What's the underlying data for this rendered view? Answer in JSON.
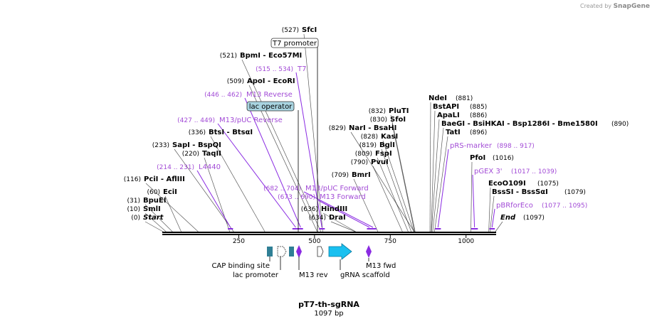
{
  "watermark": {
    "prefix": "Created by",
    "brand": "SnapGene"
  },
  "map": {
    "name": "pT7-th-sgRNA",
    "length_label": "1097 bp",
    "ticks": [
      {
        "pos": 250,
        "label": "250"
      },
      {
        "pos": 500,
        "label": "500"
      },
      {
        "pos": 750,
        "label": "750"
      },
      {
        "pos": 1000,
        "label": "1000"
      }
    ]
  },
  "sites": [
    {
      "pos": 0,
      "label": "(0)",
      "name": "Start",
      "italic": true
    },
    {
      "pos": 10,
      "label": "(10)",
      "name": "SmlI"
    },
    {
      "pos": 31,
      "label": "(31)",
      "name": "BpuEI"
    },
    {
      "pos": 60,
      "label": "(60)",
      "name": "EciI"
    },
    {
      "pos": 116,
      "label": "(116)",
      "name": "PciI   - AflIII"
    },
    {
      "pos": 220,
      "label": "(220)",
      "name": "TaqII"
    },
    {
      "pos": 233,
      "label": "(233)",
      "name": "SapI   - BspQI"
    },
    {
      "pos": 336,
      "label": "(336)",
      "name": "BtsI   - BtsαI"
    },
    {
      "pos": 509,
      "label": "(509)",
      "name": "ApoI   - EcoRI"
    },
    {
      "pos": 521,
      "label": "(521)",
      "name": "BpmI   - Eco57MI"
    },
    {
      "pos": 527,
      "label": "(527)",
      "name": "SfcI"
    },
    {
      "pos": 634,
      "label": "(634)",
      "name": "DraI"
    },
    {
      "pos": 636,
      "label": "(636)",
      "name": "HindIII"
    },
    {
      "pos": 709,
      "label": "(709)",
      "name": "BmrI"
    },
    {
      "pos": 790,
      "label": "(790)",
      "name": "PvuI"
    },
    {
      "pos": 809,
      "label": "(809)",
      "name": "FspI"
    },
    {
      "pos": 819,
      "label": "(819)",
      "name": "BglI"
    },
    {
      "pos": 828,
      "label": "(828)",
      "name": "KasI"
    },
    {
      "pos": 829,
      "label": "(829)",
      "name": "NarI   - BsaHI"
    },
    {
      "pos": 830,
      "label": "(830)",
      "name": "SfoI"
    },
    {
      "pos": 832,
      "label": "(832)",
      "name": "PluTI"
    },
    {
      "pos": 881,
      "label": "(881)",
      "name": "NdeI"
    },
    {
      "pos": 885,
      "label": "(885)",
      "name": "BstAPI"
    },
    {
      "pos": 886,
      "label": "(886)",
      "name": "ApaLI"
    },
    {
      "pos": 890,
      "label": "(890)",
      "name": "BaeGI   - BsiHKAI   - Bsp1286I   - Bme1580I"
    },
    {
      "pos": 896,
      "label": "(896)",
      "name": "TatI"
    },
    {
      "pos": 1016,
      "label": "(1016)",
      "name": "PfoI"
    },
    {
      "pos": 1075,
      "label": "(1075)",
      "name": "EcoO109I"
    },
    {
      "pos": 1079,
      "label": "(1079)",
      "name": "BssSI   - BssSαI"
    },
    {
      "pos": 1097,
      "label": "(1097)",
      "name": "End",
      "italic": true
    }
  ],
  "primers": [
    {
      "name": "L4440",
      "range": "(214 .. 231)"
    },
    {
      "name": "M13/pUC Reverse",
      "range": "(427 .. 449)"
    },
    {
      "name": "M13 Reverse",
      "range": "(446 .. 462)"
    },
    {
      "name": "T7",
      "range": "(515 .. 534)"
    },
    {
      "name": "M13/pUC Forward",
      "range": "(682 .. 704)"
    },
    {
      "name": "M13 Forward",
      "range": "(673 .. 690)"
    },
    {
      "name": "pRS-marker",
      "range": "(898 .. 917)"
    },
    {
      "name": "pGEX 3'",
      "range": "(1017 .. 1039)"
    },
    {
      "name": "pBRforEco",
      "range": "(1077 .. 1095)"
    }
  ],
  "boxed_features": [
    {
      "name": "T7 promoter"
    },
    {
      "name": "lac operator"
    }
  ],
  "features": [
    {
      "name": "CAP binding site",
      "color": "#2f7f95"
    },
    {
      "name": "lac promoter",
      "color": "#ffffff"
    },
    {
      "name": "M13 rev",
      "color": "#8a2be2"
    },
    {
      "name": "gRNA scaffold",
      "color": "#19c0f0"
    },
    {
      "name": "M13 fwd",
      "color": "#8a2be2"
    }
  ],
  "colors": {
    "primer": "#a24bd6",
    "enzyme": "#000000",
    "feature_label": "#000000"
  }
}
